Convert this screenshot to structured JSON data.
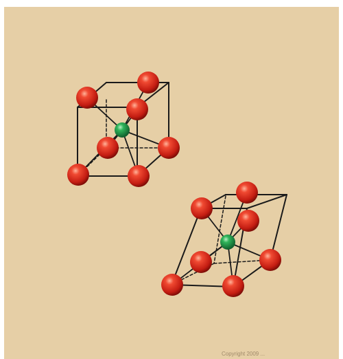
{
  "diagram": {
    "type": "crystal-unit-cells",
    "structures": [
      {
        "shape": "cube",
        "corner_atom_color": "#d9261c",
        "center_atom_color": "#1e9a4a"
      },
      {
        "shape": "rhombohedron",
        "corner_atom_color": "#d9261c",
        "center_atom_color": "#1e9a4a"
      }
    ],
    "background_color": "#e6cfa6",
    "line_color": "#1a1a1a"
  },
  "footer": {
    "copyright": "Copyright 2009 ..."
  }
}
